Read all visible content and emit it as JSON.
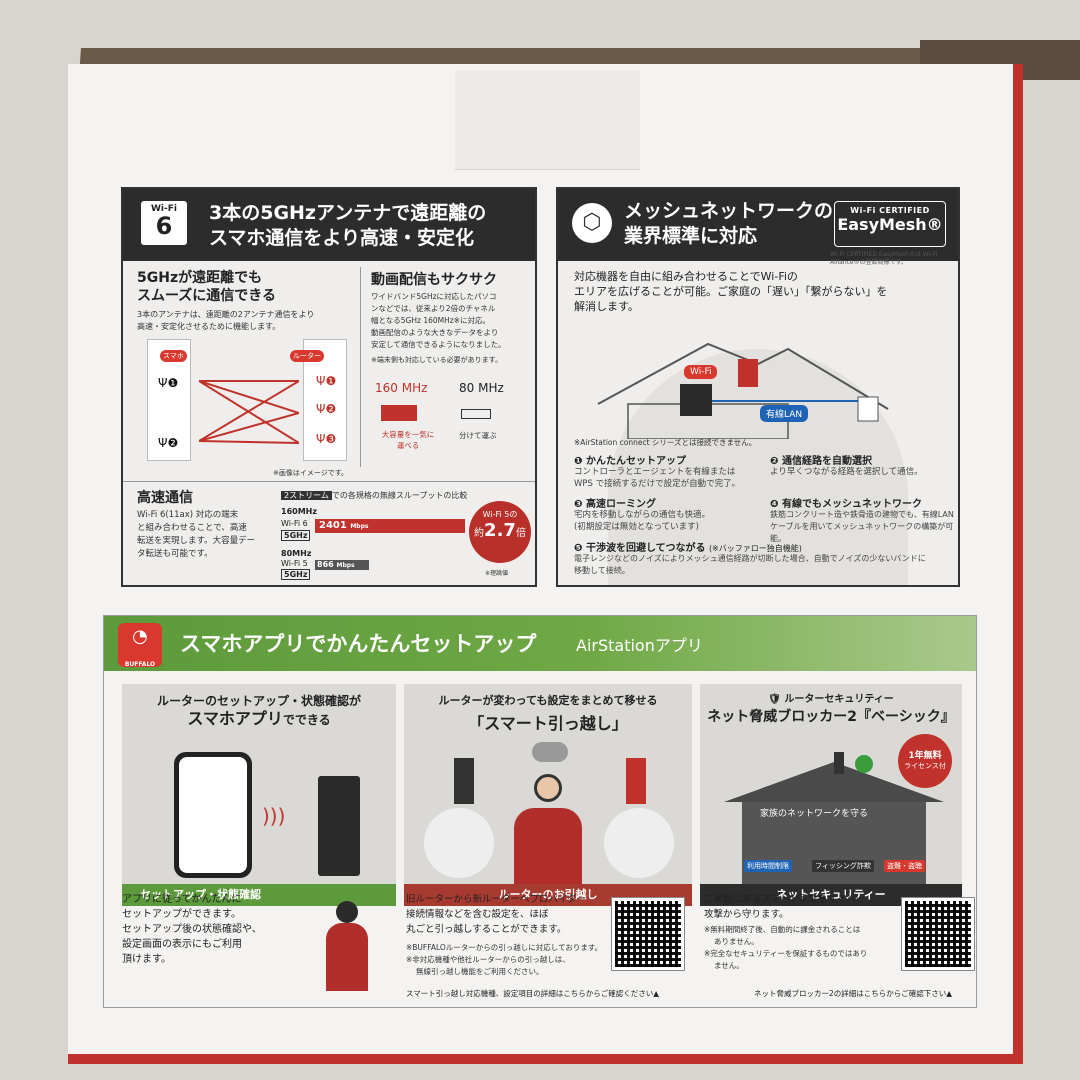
{
  "panel_wifi": {
    "badge_top": "Wi-Fi",
    "badge_num": "6",
    "title_line1": "3本の5GHzアンテナで遠距離の",
    "title_line2": "スマホ通信をより高速・安定化",
    "left_head_line1": "5GHzが遠距離でも",
    "left_head_line2": "スムーズに通信できる",
    "left_text_line1": "3本のアンテナは、遠距離の2アンテナ通信をより",
    "left_text_line2": "高速・安定化させるために機能します。",
    "phone_label": "スマホ",
    "router_label": "ルーター",
    "image_note": "※画像はイメージです。",
    "right_head": "動画配信もサクサク",
    "right_text_line1": "ワイドバンド5GHzに対応したパソコ",
    "right_text_line2": "ンなどでは、従来より2倍のチャネル",
    "right_text_line3": "幅となる5GHz 160MHz※に対応。",
    "right_text_line4": "動画配信のような大きなデータをより",
    "right_text_line5": "安定して通信できるようになりました。",
    "right_note": "※端末側も対応している必要があります。",
    "mhz160": "160 MHz",
    "mhz80": "80 MHz",
    "cap160_line1": "大容量を一気に",
    "cap160_line2": "運べる",
    "cap80": "分けて運ぶ",
    "speed_head": "高速通信",
    "speed_text_line1": "Wi-Fi 6(11ax) 対応の端末",
    "speed_text_line2": "と組み合わせることで、高速",
    "speed_text_line3": "転送を実現します。大容量デー",
    "speed_text_line4": "タ転送も可能です。",
    "compare_head_box": "2ストリーム",
    "compare_head": "での各規格の無線スループットの比較",
    "row1_mhz": "160MHz",
    "row1_std": "Wi-Fi 6",
    "row1_band": "5GHz",
    "row1_value": "2401",
    "row1_unit": "Mbps",
    "row2_mhz": "80MHz",
    "row2_std": "Wi-Fi 5",
    "row2_band": "5GHz",
    "row2_value": "866",
    "row2_unit": "Mbps",
    "circle_top": "Wi-Fi 5の",
    "circle_pre": "約",
    "circle_val": "2.7",
    "circle_suf": "倍",
    "theory_note": "※理論値"
  },
  "panel_mesh": {
    "title_line1": "メッシュネットワークの",
    "title_line2": "業界標準に対応",
    "cert_line1": "Wi-Fi CERTIFIED",
    "cert_line2": "EasyMesh®",
    "cert_note": "Wi-Fi CERTIFIED EasyMesh®は Wi-Fi Alliance®の登録商標です。",
    "intro_line1": "対応機器を自由に組み合わせることでWi-Fiの",
    "intro_line2": "エリアを広げることが可能。ご家庭の「遅い」「繋がらない」を",
    "intro_line3": "解消します。",
    "wifi_tag": "Wi-Fi",
    "lan_tag": "有線LAN",
    "airstation_note": "※AirStation connect シリーズとは接続できません。",
    "f1_head": "❶ かんたんセットアップ",
    "f1_text_line1": "コントローラとエージェントを有線または",
    "f1_text_line2": "WPS で接続するだけで設定が自動で完了。",
    "f2_head": "❷ 通信経路を自動選択",
    "f2_text_line1": "より早くつながる経路を選択して通信。",
    "f3_head": "❸ 高速ローミング",
    "f3_text_line1": "宅内を移動しながらの通信も快適。",
    "f3_text_line2": "(初期設定は無効となっています)",
    "f4_head": "❹ 有線でもメッシュネットワーク",
    "f4_text_line1": "鉄筋コンクリート造や鉄骨造の建物でも、有線LAN",
    "f4_text_line2": "ケーブルを用いてメッシュネットワークの構築が可能。",
    "f5_head": "❺ 干渉波を回避してつながる",
    "f5_suffix": "(※バッファロー独自機能)",
    "f5_text_line1": "電子レンジなどのノイズによりメッシュ通信経路が切断した場合、自動でノイズの少ないバンドに",
    "f5_text_line2": "移動して接続。"
  },
  "panel_app": {
    "logo_text": "BUFFALO",
    "title": "スマホアプリでかんたんセットアップ",
    "subtitle": "AirStationアプリ",
    "c1_head_line1": "ルーターのセットアップ・状態確認が",
    "c1_head_line2_big": "スマホアプリ",
    "c1_head_line2_rest": "でできる",
    "c1_strip": "セットアップ・状態確認",
    "c1_desc_line1": "アプリに従ってかんたんに",
    "c1_desc_line2": "セットアップができます。",
    "c1_desc_line3": "セットアップ後の状態確認や、",
    "c1_desc_line4": "設定画面の表示にもご利用",
    "c1_desc_line5": "頂けます。",
    "c2_head_line1": "ルーターが変わっても設定をまとめて移せる",
    "c2_head_line2": "「スマート引っ越し」",
    "c2_strip": "ルーターのお引越し",
    "c2_desc_line1": "旧ルーターから新ルーターへプロバイダー",
    "c2_desc_line2": "接続情報などを含む設定を、ほぼ",
    "c2_desc_line3": "丸ごと引っ越しすることができます。",
    "c2_note_line1": "※BUFFALOルーターからの引っ越しに対応しております。",
    "c2_note_line2": "※非対応機種や他社ルーターからの引っ越しは、",
    "c2_note_line3": "無線引っ越し機能をご利用ください。",
    "c2_foot": "スマート引っ越し対応機種、設定項目の詳細はこちらからご確認ください▲",
    "c3_head_line1": "ルーターセキュリティー",
    "c3_head_line2": "ネット脅威ブロッカー2『ベーシック』",
    "c3_badge_line1": "1年無料",
    "c3_badge_line2": "ライセンス付",
    "c3_roof_text": "家族のネットワークを守る",
    "c3_tag1": "利用時間制限",
    "c3_tag2": "フィッシング詐欺",
    "c3_tag3": "盗難・盗聴",
    "c3_strip": "ネットセキュリティー",
    "c3_desc_line1": "ご家庭にあるスマート家電をサイバー",
    "c3_desc_line2": "攻撃から守ります。",
    "c3_note_line1": "※無料期間終了後、自動的に課金されることは",
    "c3_note_line2": "ありません。",
    "c3_note_line3": "※完全なセキュリティーを保証するものではあり",
    "c3_note_line4": "ません。",
    "c3_foot": "ネット脅威ブロッカー2の詳細はこちらからご確認下さい▲"
  },
  "colors": {
    "accent_red": "#c0322b",
    "dark_head": "#2c2c2c",
    "green_head": "#6fa845"
  }
}
